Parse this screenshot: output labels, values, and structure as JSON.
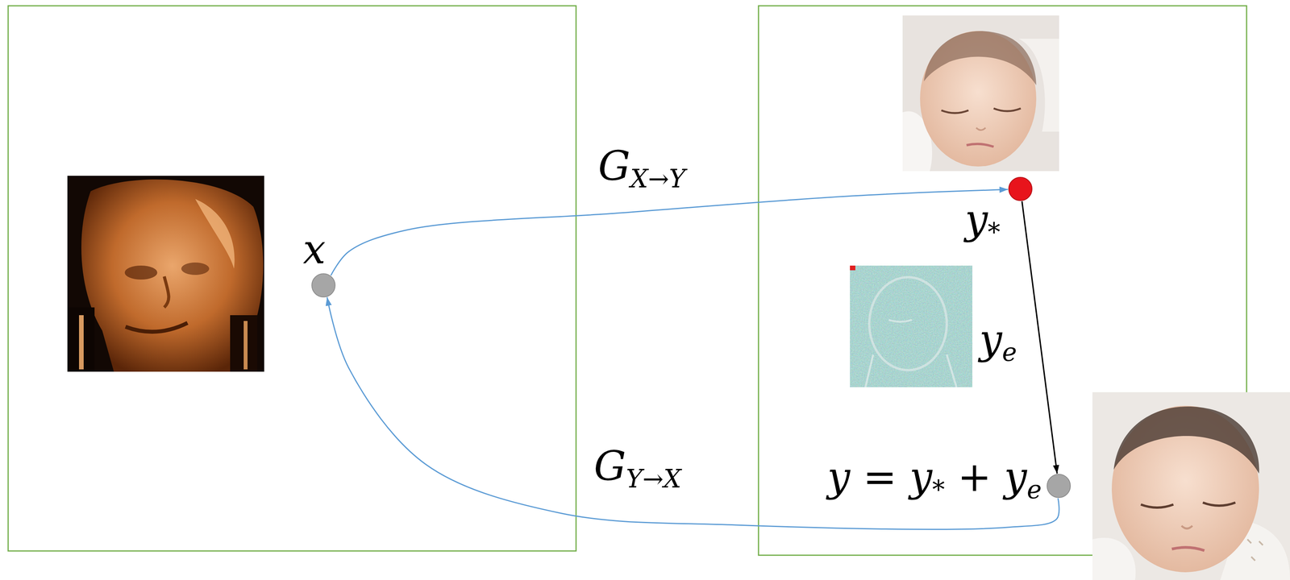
{
  "diagram": {
    "nodes": [
      {
        "text": [
          "x"
        ]
      },
      {
        "text": [
          "y*"
        ]
      },
      {
        "text": [
          "y = y* + ye"
        ]
      }
    ],
    "edges": [
      {
        "from": 0,
        "to": 1,
        "arrow": "to",
        "label": "GX→Y"
      },
      {
        "from": 1,
        "to": 2,
        "arrow": "to"
      },
      {
        "from": 2,
        "to": 0,
        "arrow": "to",
        "label": "GY→X"
      }
    ],
    "labels": [
      "ye"
    ]
  }
}
